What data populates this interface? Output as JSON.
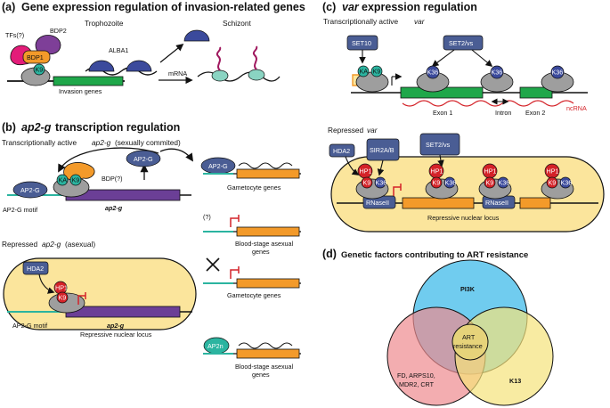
{
  "panel_a": {
    "letter": "(a)",
    "title": "Gene expression regulation of invasion-related genes",
    "trophozoite": "Trophozoite",
    "schizont": "Schizont",
    "tfs": "TFs(?)",
    "bdp2": "BDP2",
    "bdp1": "BDP1",
    "k9": "K9",
    "alba1": "ALBA1",
    "mrna": "mRNA",
    "invasion_genes": "Invasion genes"
  },
  "panel_b": {
    "letter": "(b)",
    "title_gene": "ap2-g",
    "title_rest": " transcription regulation",
    "active_italic": "ap2-g",
    "active_prefix": "Transcriptionally active ",
    "active_suffix": " (sexually commited)",
    "ap2g": "AP2-G",
    "bdp": "BDP(?)",
    "ka": "KA",
    "k9": "K9",
    "motif": "AP2-G motif",
    "gene": "ap2-g",
    "gametocyte_genes": "Gametocyte genes",
    "unknown": "(?)",
    "blood_stage_line1": "Blood-stage asexual",
    "blood_stage_line2": "genes",
    "repressed_prefix": "Repressed ",
    "repressed_italic": "ap2-g",
    "repressed_suffix": " (asexual)",
    "hda2": "HDA2",
    "hp1": "HP1",
    "rep_gene": "ap2-g",
    "rep_locus": "Repressive nuclear locus",
    "ap2n": "AP2n"
  },
  "panel_c": {
    "letter": "(c)",
    "title_italic": "var",
    "title_rest": " expression regulation",
    "active_prefix": "Transcriptionally active ",
    "active_italic": "var",
    "set10": "SET10",
    "set2": "SET2/vs",
    "ka": "KA",
    "k9": "K9",
    "k36": "K36",
    "exon1": "Exon 1",
    "intron": "Intron",
    "exon2": "Exon 2",
    "ncrna": "ncRNA",
    "repressed_prefix": "Repressed ",
    "repressed_italic": "var",
    "hda2": "HDA2",
    "sir2": "SIR2A/B",
    "hp1": "HP1",
    "rnase": "RNaseII",
    "locus": "Repressive nuclear locus"
  },
  "panel_d": {
    "letter": "(d)",
    "title": "Genetic factors contributing to ART resistance",
    "pi3k": "PI3K",
    "k13": "K13",
    "left_line1": "FD, ARPS10,",
    "left_line2": "MDR2, CRT",
    "center_line1": "ART",
    "center_line2": "resistance"
  },
  "colors": {
    "blue_protein": "#3b4a9c",
    "slate": "#4a5d94",
    "green_gene": "#1fa74a",
    "orange_gene": "#f39a2a",
    "purple_gene": "#6b3f96",
    "red_mark": "#d42228",
    "teal": "#2bb4a0",
    "cream": "#fbe59c",
    "circle_blue": "#57c3ec",
    "circle_red": "#ee8a8e",
    "circle_yellow": "#f5e27a"
  }
}
